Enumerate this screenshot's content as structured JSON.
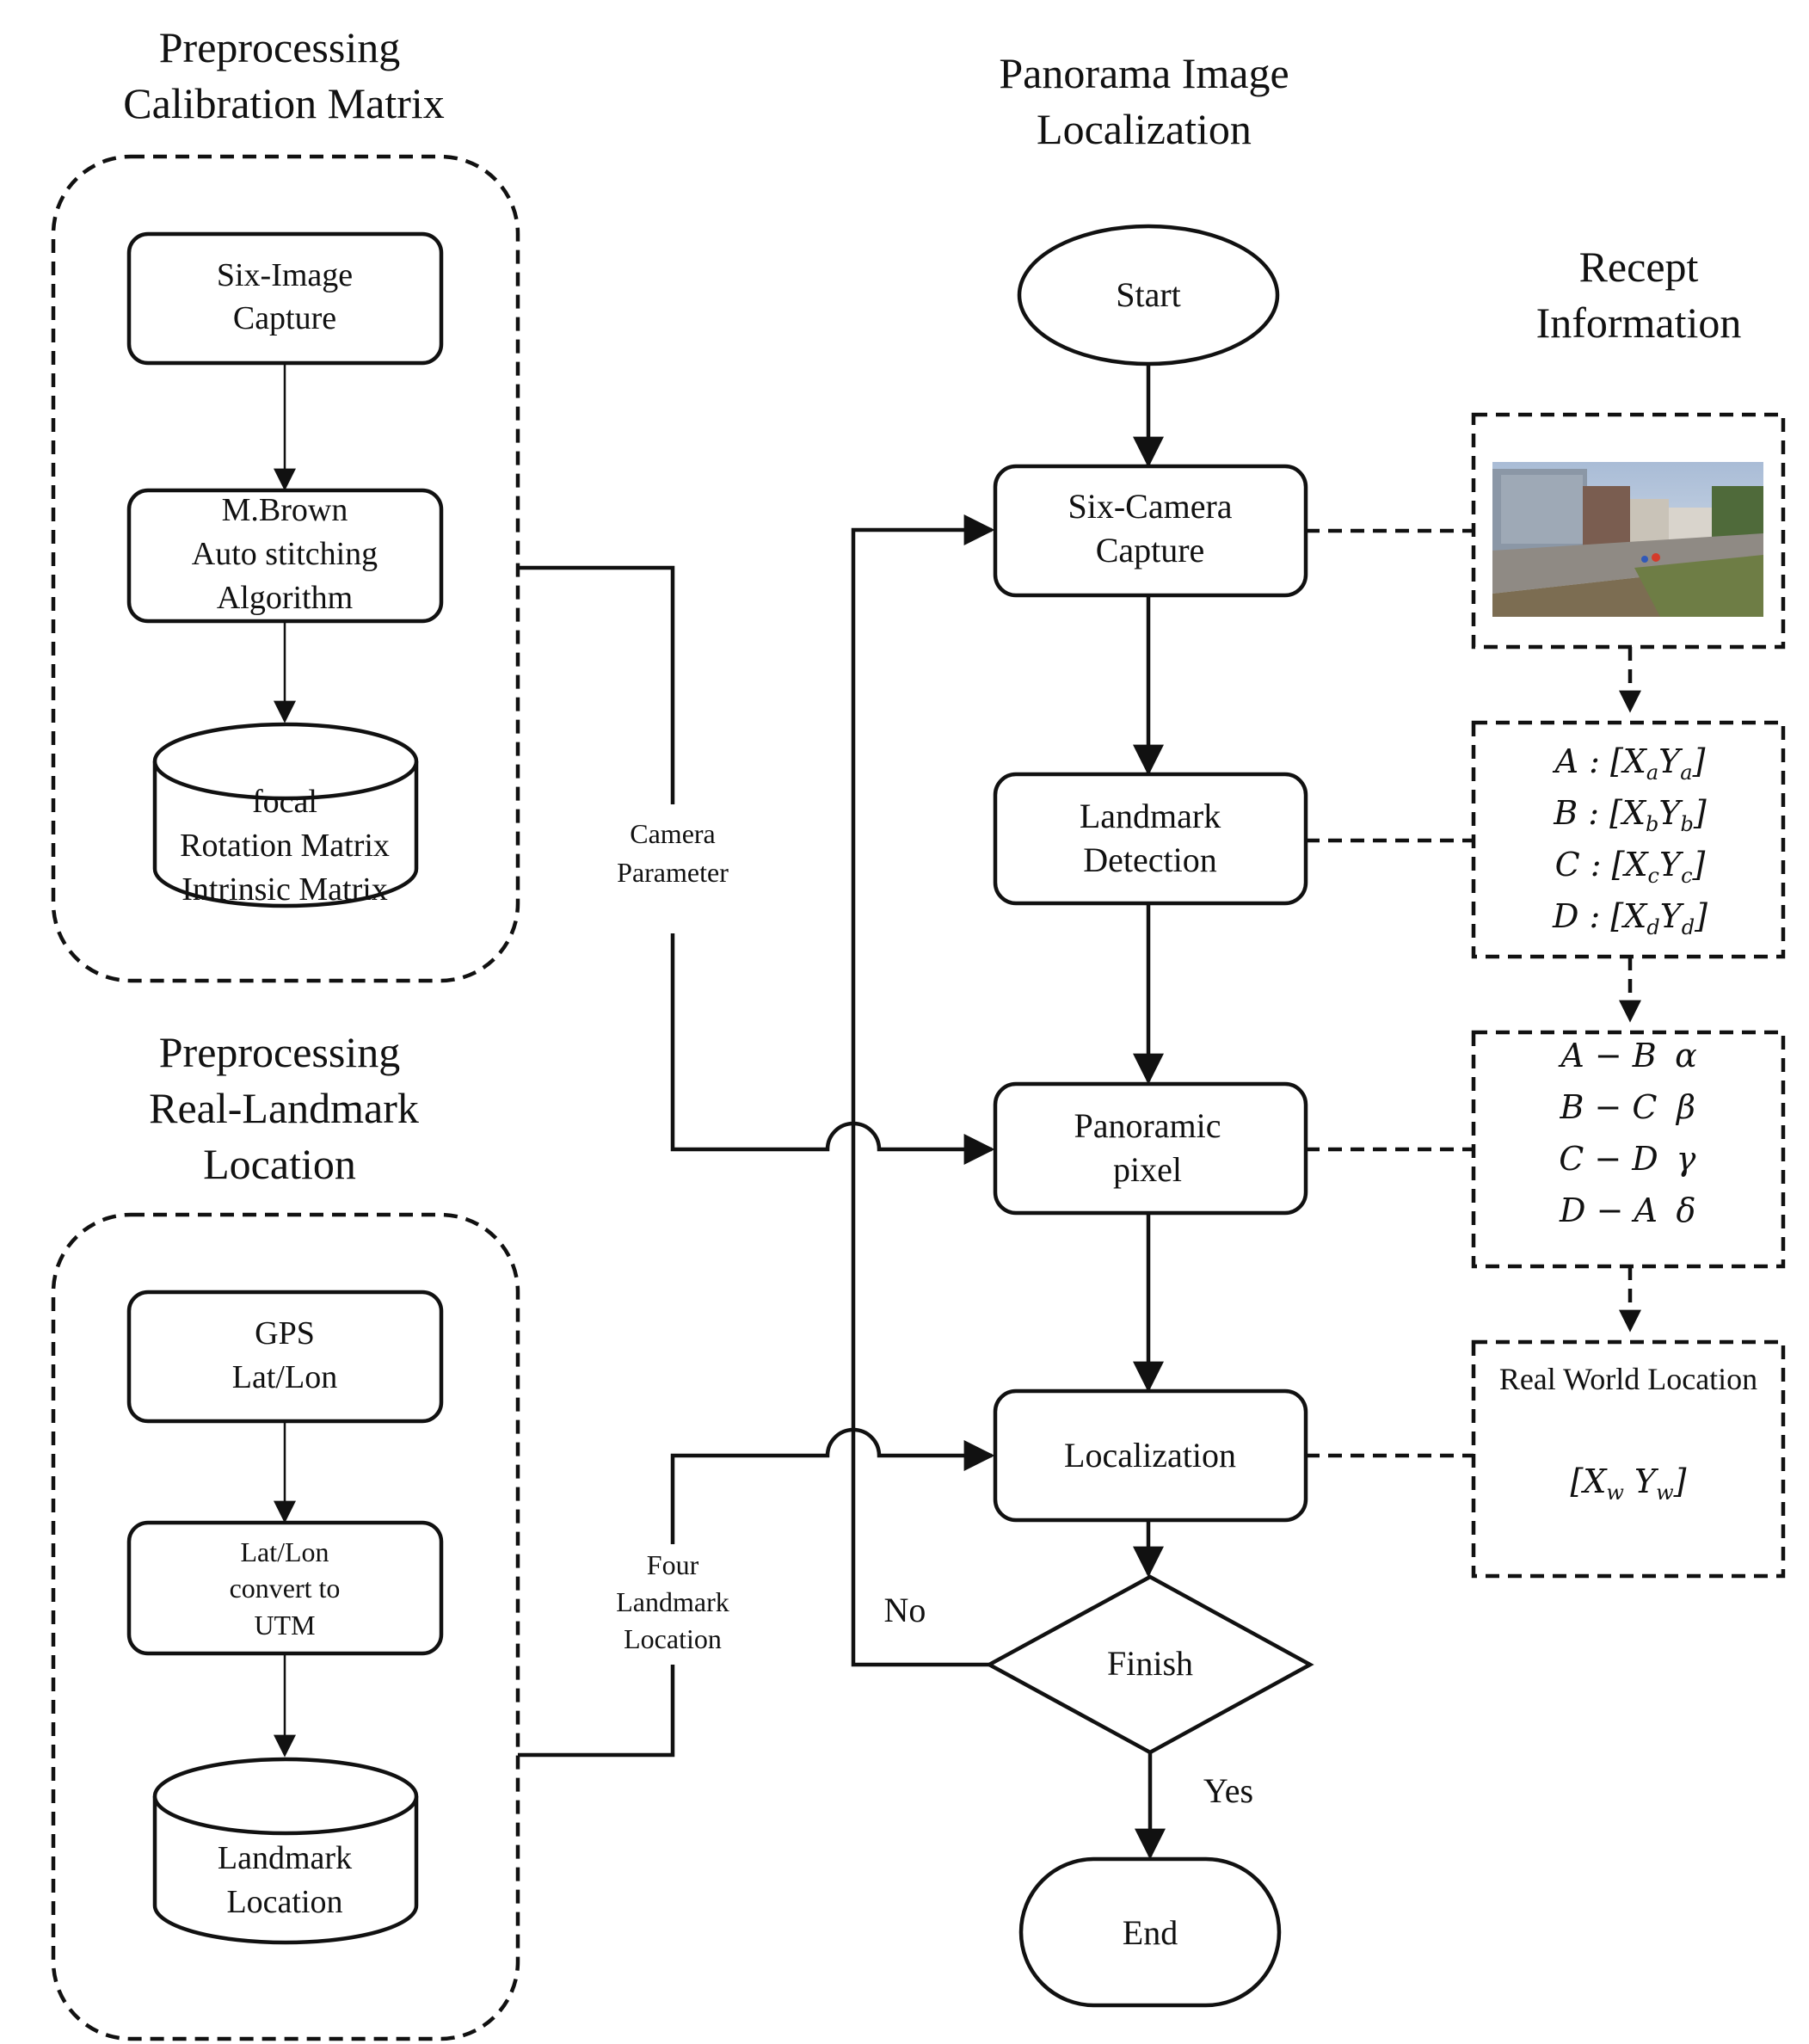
{
  "headings": {
    "calib": [
      "Preprocessing",
      "Calibration Matrix"
    ],
    "main": [
      "Panorama Image",
      "Localization"
    ],
    "receipt": [
      "Recept",
      "Information"
    ],
    "landmark": [
      "Preprocessing",
      "Real-Landmark",
      "Location"
    ]
  },
  "calibration": {
    "six_image": [
      "Six-Image",
      "Capture"
    ],
    "brown": [
      "M.Brown",
      "Auto stitching",
      "Algorithm"
    ],
    "db": [
      "focal",
      "Rotation Matrix",
      "Intrinsic Matrix"
    ]
  },
  "landmark_pre": {
    "gps": [
      "GPS",
      "Lat/Lon"
    ],
    "convert": [
      "Lat/Lon",
      "convert to",
      "UTM"
    ],
    "db": [
      "Landmark",
      "Location"
    ]
  },
  "labels": {
    "camera_param": [
      "Camera",
      "Parameter"
    ],
    "four_landmark": [
      "Four",
      "Landmark",
      "Location"
    ],
    "no": "No",
    "yes": "Yes"
  },
  "flow": {
    "start": "Start",
    "six_camera": [
      "Six-Camera",
      "Capture"
    ],
    "detection": [
      "Landmark",
      "Detection"
    ],
    "panoramic": [
      "Panoramic",
      "pixel"
    ],
    "localization": "Localization",
    "finish": "Finish",
    "end": "End"
  },
  "receipt": {
    "coords": [
      "A : [X",
      "a",
      "Y",
      "a",
      "]",
      "B : [X",
      "b",
      "Y",
      "b",
      "]",
      "C : [X",
      "c",
      "Y",
      "c",
      "]",
      "D : [X",
      "d",
      "Y",
      "d",
      "]"
    ],
    "coord_rows": [
      {
        "pre": "A : [X",
        "s1": "a",
        "mid": "Y",
        "s2": "a"
      },
      {
        "pre": "B : [X",
        "s1": "b",
        "mid": "Y",
        "s2": "b"
      },
      {
        "pre": "C : [X",
        "s1": "c",
        "mid": "Y",
        "s2": "c"
      },
      {
        "pre": "D : [X",
        "s1": "d",
        "mid": "Y",
        "s2": "d"
      }
    ],
    "angles": [
      {
        "pair": "A − B",
        "sym": "α"
      },
      {
        "pair": "B − C",
        "sym": "β"
      },
      {
        "pair": "C − D",
        "sym": "γ"
      },
      {
        "pair": "D − A",
        "sym": "δ"
      }
    ],
    "real_world_title": "Real World Location",
    "real_world_value": {
      "pre": "[X",
      "s1": "w",
      "mid": " Y",
      "s2": "w",
      "post": "]"
    }
  }
}
